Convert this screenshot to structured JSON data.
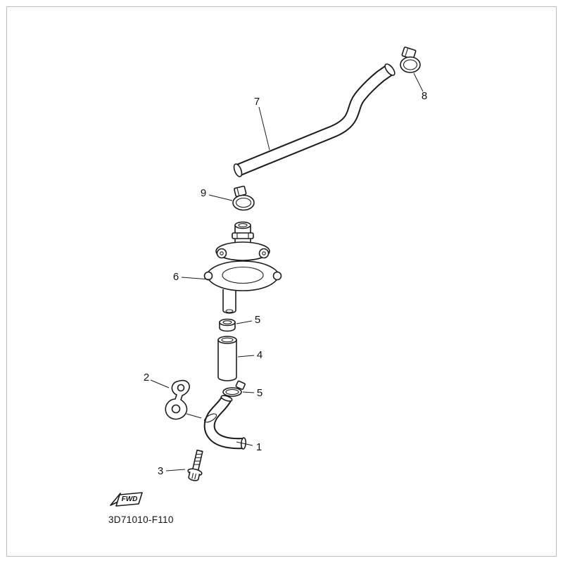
{
  "figure": {
    "code": "3D71010-F110",
    "fwd_label": "FWD"
  },
  "callouts": [
    {
      "label": "1"
    },
    {
      "label": "2"
    },
    {
      "label": "3"
    },
    {
      "label": "4"
    },
    {
      "label": "5"
    },
    {
      "label": "5"
    },
    {
      "label": "6"
    },
    {
      "label": "7"
    },
    {
      "label": "8"
    },
    {
      "label": "9"
    }
  ],
  "colors": {
    "line": "#1c1c1c",
    "background": "#ffffff",
    "frame": "#bcbcbc"
  }
}
